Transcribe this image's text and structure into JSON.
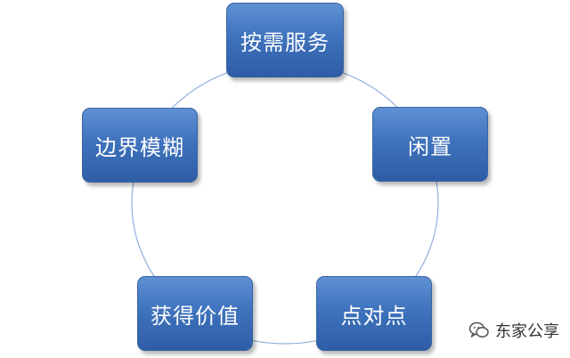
{
  "diagram": {
    "type": "cycle",
    "ring_color": "#8fb0dc",
    "node_color": "#3f73bd",
    "nodes": [
      {
        "label": "按需服务"
      },
      {
        "label": "闲置"
      },
      {
        "label": "点对点"
      },
      {
        "label": "获得价值"
      },
      {
        "label": "边界模糊"
      }
    ]
  },
  "watermark": {
    "icon": "wechat-icon",
    "text": "东家公享"
  }
}
